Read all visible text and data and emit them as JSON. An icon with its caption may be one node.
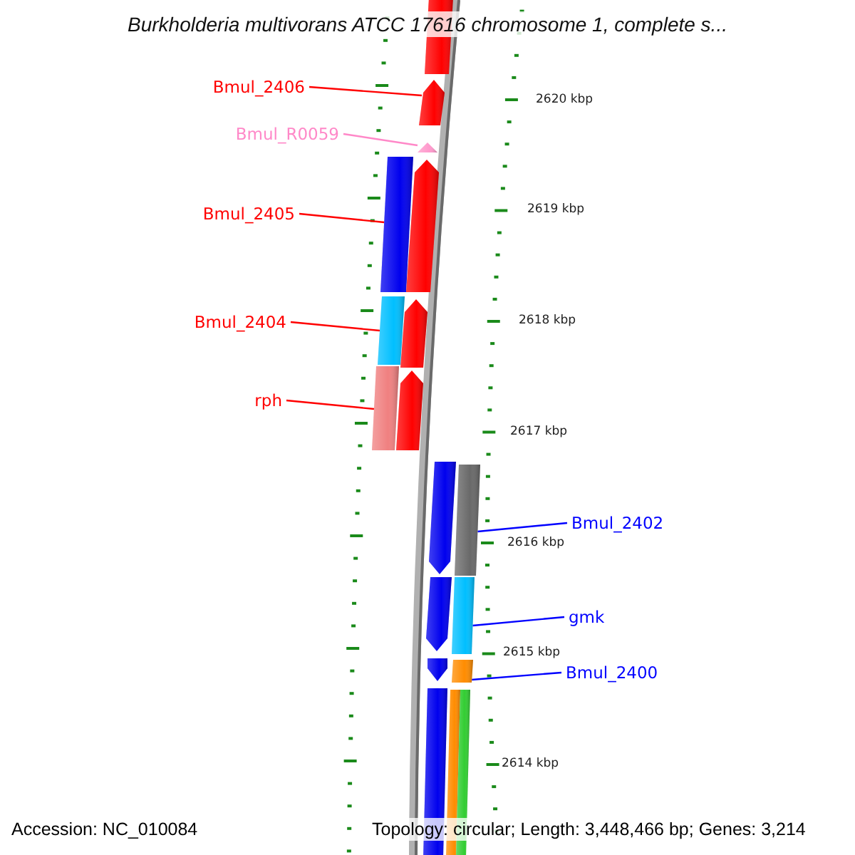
{
  "diagram": {
    "title": "Burkholderia multivorans ATCC 17616 chromosome 1, complete s...",
    "nodes": [
      {
        "text": [
          "Bmul_2406"
        ]
      },
      {
        "text": [
          "Bmul_R0059"
        ]
      },
      {
        "text": [
          "Bmul_2405"
        ]
      },
      {
        "text": [
          "Bmul_2404"
        ]
      },
      {
        "text": [
          "rph"
        ]
      },
      {
        "text": [
          "Bmul_2402"
        ]
      },
      {
        "text": [
          "gmk"
        ]
      },
      {
        "text": [
          "Bmul_2400"
        ]
      },
      {
        "text": [],
        "shape": "bar"
      },
      {
        "text": [],
        "shape": "arrow"
      },
      {
        "text": [],
        "shape": "arrow"
      },
      {
        "text": [],
        "shape": "bar"
      },
      {
        "text": [],
        "shape": "arrow"
      },
      {
        "text": [],
        "shape": "bar"
      },
      {
        "text": [],
        "shape": "arrow"
      },
      {
        "text": [],
        "shape": "bar"
      },
      {
        "text": [],
        "shape": "arrow"
      },
      {
        "text": [],
        "shape": "arrow"
      },
      {
        "text": [],
        "shape": "bar"
      },
      {
        "text": [],
        "shape": "arrow"
      },
      {
        "text": [],
        "shape": "bar"
      },
      {
        "text": [],
        "shape": "arrow"
      },
      {
        "text": [],
        "shape": "bar"
      },
      {
        "text": [],
        "shape": "bar"
      },
      {
        "text": [],
        "shape": "bar"
      },
      {
        "text": [],
        "shape": "bar"
      }
    ],
    "edges": [
      {
        "from": 0,
        "to": 9,
        "arrow": "none"
      },
      {
        "from": 1,
        "to": 10,
        "arrow": "none",
        "color": "#ff88c8"
      },
      {
        "from": 2,
        "to": 11,
        "arrow": "none"
      },
      {
        "from": 3,
        "to": 13,
        "arrow": "none"
      },
      {
        "from": 4,
        "to": 15,
        "arrow": "none"
      },
      {
        "from": 5,
        "to": 18,
        "arrow": "none",
        "color": "#0000ff"
      },
      {
        "from": 6,
        "to": 20,
        "arrow": "none",
        "color": "#0000ff"
      },
      {
        "from": 7,
        "to": 22,
        "arrow": "none",
        "color": "#0000ff"
      }
    ],
    "labels": [
      "2620 kbp",
      "2619 kbp",
      "2618 kbp",
      "2617 kbp",
      "2616 kbp",
      "2615 kbp",
      "2614 kbp",
      "Accession: NC_010084",
      "Topology: circular; Length: 3,448,466 bp; Genes: 3,214"
    ]
  }
}
